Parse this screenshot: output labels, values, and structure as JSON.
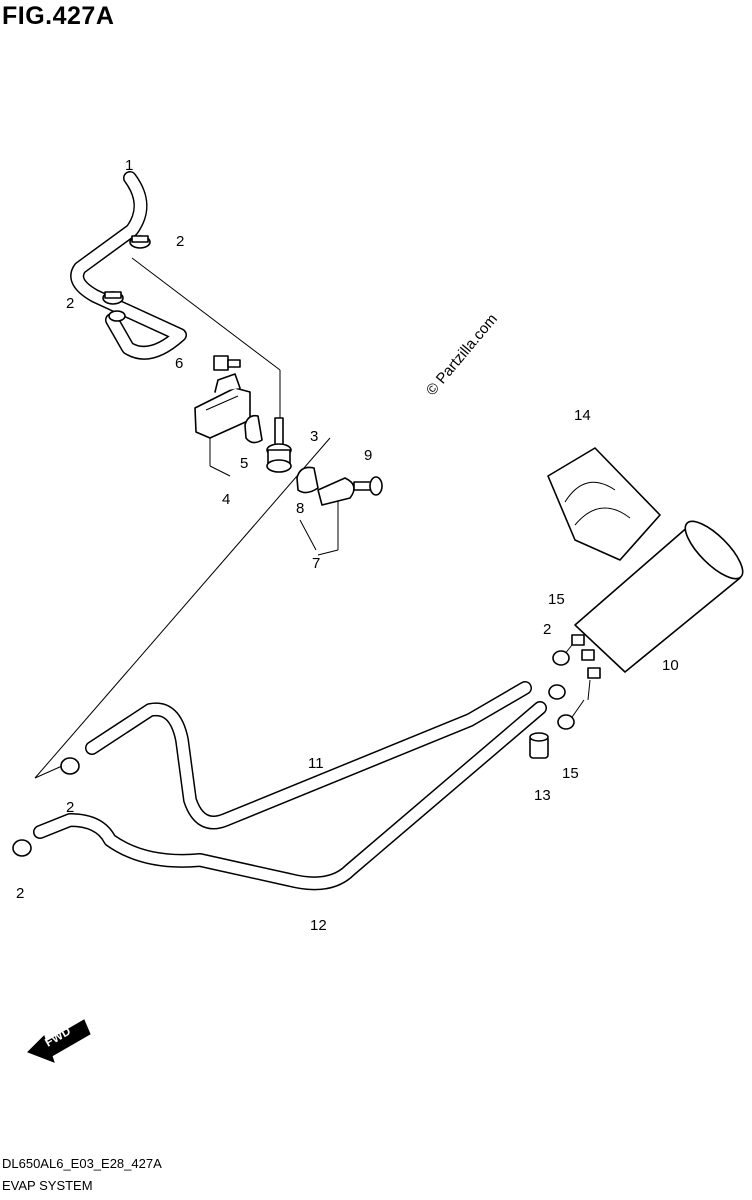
{
  "figure": {
    "title": "FIG.427A",
    "drawing_code": "DL650AL6_E03_E28_427A",
    "system_name": "EVAP SYSTEM",
    "watermark": "© Partzilla.com",
    "direction_arrow": "FWD"
  },
  "callouts": [
    {
      "id": "c1",
      "label": "1"
    },
    {
      "id": "c2a",
      "label": "2"
    },
    {
      "id": "c2b",
      "label": "2"
    },
    {
      "id": "c6",
      "label": "6"
    },
    {
      "id": "c3",
      "label": "3"
    },
    {
      "id": "c5",
      "label": "5"
    },
    {
      "id": "c4",
      "label": "4"
    },
    {
      "id": "c9",
      "label": "9"
    },
    {
      "id": "c8",
      "label": "8"
    },
    {
      "id": "c7",
      "label": "7"
    },
    {
      "id": "c14",
      "label": "14"
    },
    {
      "id": "c15a",
      "label": "15"
    },
    {
      "id": "c2c",
      "label": "2"
    },
    {
      "id": "c10",
      "label": "10"
    },
    {
      "id": "c15b",
      "label": "15"
    },
    {
      "id": "c13",
      "label": "13"
    },
    {
      "id": "c11",
      "label": "11"
    },
    {
      "id": "c2d",
      "label": "2"
    },
    {
      "id": "c2e",
      "label": "2"
    },
    {
      "id": "c12",
      "label": "12"
    }
  ]
}
